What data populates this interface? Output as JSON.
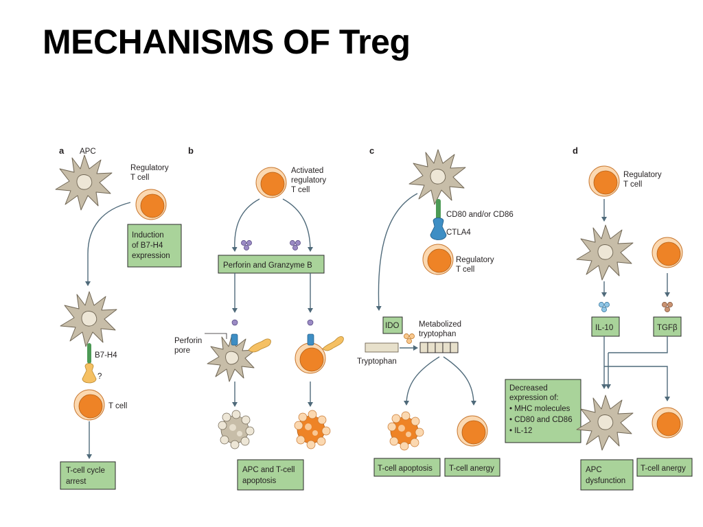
{
  "title": "MECHANISMS OF Treg",
  "colors": {
    "treg_fill": "#ee8326",
    "treg_outer": "#fbd8b0",
    "apc_fill": "#c7bda8",
    "green_box": "#a9d39a",
    "ctla4_blue": "#3e8ec4",
    "b7_green": "#4c9a55",
    "receptor_yellow": "#f5c063",
    "arrow": "#4f6a7a"
  },
  "panels": {
    "a": {
      "letter": "a",
      "apc_label": "APC",
      "treg_label_1": "Regulatory",
      "treg_label_2": "T cell",
      "box_1": "Induction",
      "box_2": "of B7-H4",
      "box_3": "expression",
      "b7h4_label": "B7-H4",
      "question": "?",
      "tcell_label": "T cell",
      "result_1": "T-cell cycle",
      "result_2": "arrest"
    },
    "b": {
      "letter": "b",
      "treg_label_1": "Activated",
      "treg_label_2": "regulatory",
      "treg_label_3": "T cell",
      "box": "Perforin and Granzyme B",
      "pore_label_1": "Perforin",
      "pore_label_2": "pore",
      "result_1": "APC and T-cell",
      "result_2": "apoptosis"
    },
    "c": {
      "letter": "c",
      "cd80_label": "CD80 and/or CD86",
      "ctla4_label": "CTLA4",
      "treg_label_1": "Regulatory",
      "treg_label_2": "T cell",
      "ido_box": "IDO",
      "metab_1": "Metabolized",
      "metab_2": "tryptophan",
      "tryptophan": "Tryptophan",
      "result_left": "T-cell apoptosis",
      "result_right": "T-cell anergy"
    },
    "d": {
      "letter": "d",
      "treg_label_1": "Regulatory",
      "treg_label_2": "T cell",
      "il10_box": "IL-10",
      "tgfb_box": "TGFβ",
      "decreased_1": "Decreased",
      "decreased_2": "expression of:",
      "bullet_1": "• MHC molecules",
      "bullet_2": "• CD80 and CD86",
      "bullet_3": "• IL-12",
      "result_left_1": "APC",
      "result_left_2": "dysfunction",
      "result_right": "T-cell anergy"
    }
  }
}
